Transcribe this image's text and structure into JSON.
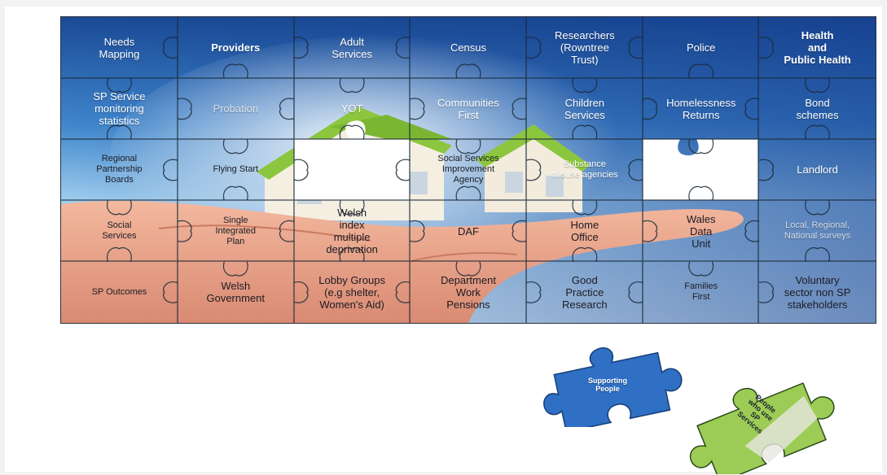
{
  "pieces": [
    {
      "id": "needs-mapping",
      "text": "Needs\nMapping",
      "style": "normal"
    },
    {
      "id": "providers",
      "text": "Providers",
      "style": "bold"
    },
    {
      "id": "adult-services",
      "text": "Adult\nServices",
      "style": "normal"
    },
    {
      "id": "census",
      "text": "Census",
      "style": "normal"
    },
    {
      "id": "researchers",
      "text": "Researchers\n(Rowntree\nTrust)",
      "style": "normal"
    },
    {
      "id": "police",
      "text": "Police",
      "style": "normal"
    },
    {
      "id": "health",
      "text": "Health\nand\nPublic Health",
      "style": "bold"
    },
    {
      "id": "sp-service-monitoring",
      "text": "SP Service\nmonitoring\nstatistics",
      "style": "normal"
    },
    {
      "id": "probation",
      "text": "Probation",
      "style": "faint"
    },
    {
      "id": "yot",
      "text": "YOT",
      "style": "normal"
    },
    {
      "id": "communities-first",
      "text": "Communities\nFirst",
      "style": "normal"
    },
    {
      "id": "children-services",
      "text": "Children\nServices",
      "style": "normal"
    },
    {
      "id": "homelessness-returns",
      "text": "Homelessness\nReturns",
      "style": "normal"
    },
    {
      "id": "bond-schemes",
      "text": "Bond\nschemes",
      "style": "normal"
    },
    {
      "id": "regional-partnership",
      "text": "Regional\nPartnership\nBoards",
      "style": "dark-small"
    },
    {
      "id": "flying-start",
      "text": "Flying Start",
      "style": "dark-small"
    },
    {
      "id": "social-services-improvement",
      "text": "Social Services\nImprovement\nAgency",
      "style": "dark-small"
    },
    {
      "id": "substance-misuse",
      "text": "Substance\nmisuse agencies",
      "style": "normal-small"
    },
    {
      "id": "landlord",
      "text": "Landlord",
      "style": "normal"
    },
    {
      "id": "social-services",
      "text": "Social\nServices",
      "style": "dark-small"
    },
    {
      "id": "single-integrated-plan",
      "text": "Single\nIntegrated\nPlan",
      "style": "dark-small"
    },
    {
      "id": "welsh-index",
      "text": "Welsh\nindex\nmultiple\ndeprivation",
      "style": "dark"
    },
    {
      "id": "daf",
      "text": "DAF",
      "style": "dark"
    },
    {
      "id": "home-office",
      "text": "Home\nOffice",
      "style": "dark"
    },
    {
      "id": "wales-data-unit",
      "text": "Wales\nData\nUnit",
      "style": "dark"
    },
    {
      "id": "local-regional-surveys",
      "text": "Local, Regional,\nNational surveys",
      "style": "faint-small"
    },
    {
      "id": "sp-outcomes",
      "text": "SP Outcomes",
      "style": "dark-small"
    },
    {
      "id": "welsh-government",
      "text": "Welsh\nGovernment",
      "style": "dark"
    },
    {
      "id": "lobby-groups",
      "text": "Lobby Groups\n(e.g shelter,\nWomen's Aid)",
      "style": "dark"
    },
    {
      "id": "department-work-pensions",
      "text": "Department\nWork\nPensions",
      "style": "dark"
    },
    {
      "id": "good-practice-research",
      "text": "Good\nPractice\nResearch",
      "style": "dark"
    },
    {
      "id": "families-first",
      "text": "Families\nFirst",
      "style": "dark-small"
    },
    {
      "id": "voluntary-sector",
      "text": "Voluntary\nsector non SP\nstakeholders",
      "style": "dark"
    }
  ],
  "loose_pieces": {
    "blue": {
      "text": "Supporting\nPeople"
    },
    "green": {
      "text": "People\nwho use\nSP\nServices"
    }
  },
  "colors": {
    "sky_top": "#1e4f9a",
    "sky_mid": "#5c9ed8",
    "sky_light": "#bfe0f4",
    "hand": "#e8a088",
    "roof_green": "#8cc63f",
    "seam": "#1a2a3a"
  }
}
